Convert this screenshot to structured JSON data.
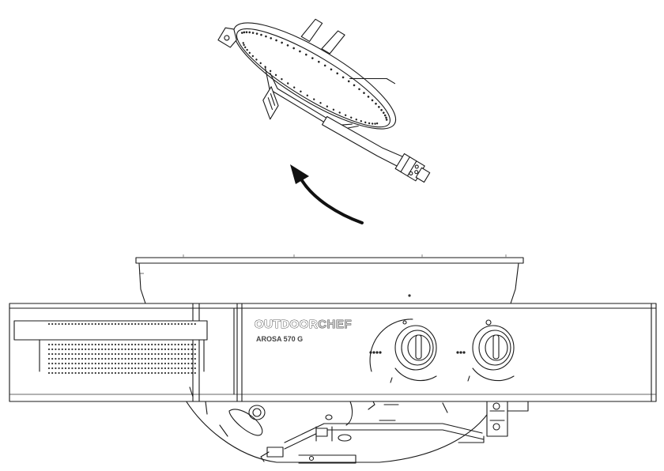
{
  "brand": {
    "name_part1": "OUTDOOR",
    "name_part2": "CHEF",
    "model": "AROSA 570 G"
  },
  "icons": {
    "burner": "gas-burner-icon",
    "arrow": "curved-arrow-icon",
    "knob": "control-knob-icon"
  },
  "colors": {
    "line": "#1a1a1a",
    "background": "#ffffff"
  }
}
